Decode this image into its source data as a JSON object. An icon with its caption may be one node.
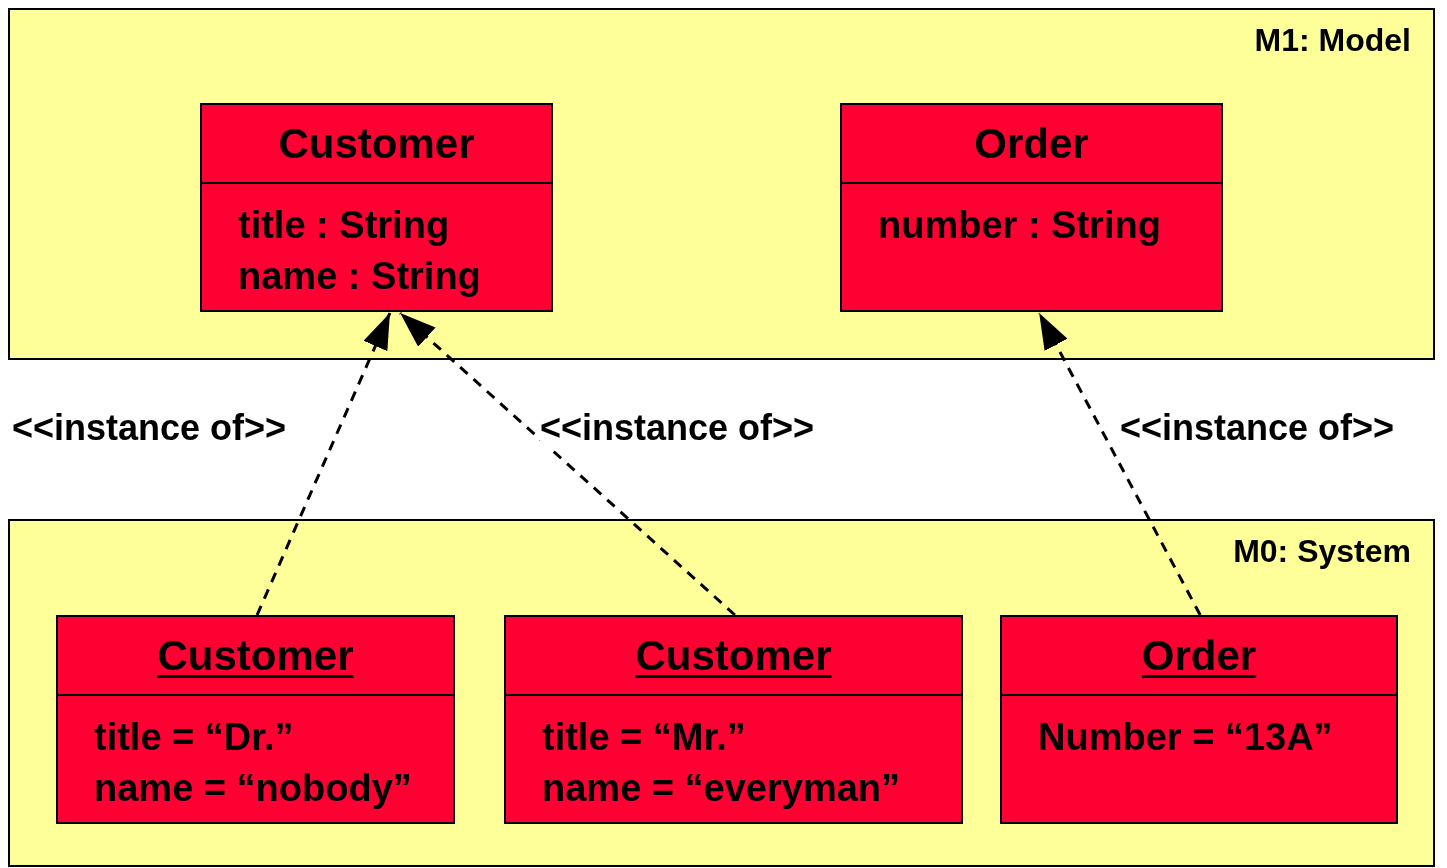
{
  "diagram": {
    "nodes": [
      {
        "text": [
          "M1: Model"
        ]
      },
      {
        "text": [
          "Customer",
          "title : String",
          "name : String"
        ],
        "in": 0
      },
      {
        "text": [
          "Order",
          "number : String"
        ],
        "in": 0
      },
      {
        "text": [
          "M0: System"
        ]
      },
      {
        "text": [
          "Customer",
          "title = “Dr.”",
          "name = “nobody”"
        ],
        "in": 3
      },
      {
        "text": [
          "Customer",
          "title = “Mr.”",
          "name = “everyman”"
        ],
        "in": 3
      },
      {
        "text": [
          "Order",
          "Number = “13A”"
        ],
        "in": 3
      }
    ],
    "edges": [
      {
        "from": 4,
        "to": 1,
        "arrow": "to",
        "style": "dashed",
        "label": "<<instance of>>"
      },
      {
        "from": 5,
        "to": 1,
        "arrow": "to",
        "style": "dashed",
        "label": "<<instance of>>"
      },
      {
        "from": 6,
        "to": 2,
        "arrow": "to",
        "style": "dashed",
        "label": "<<instance of>>"
      }
    ]
  }
}
